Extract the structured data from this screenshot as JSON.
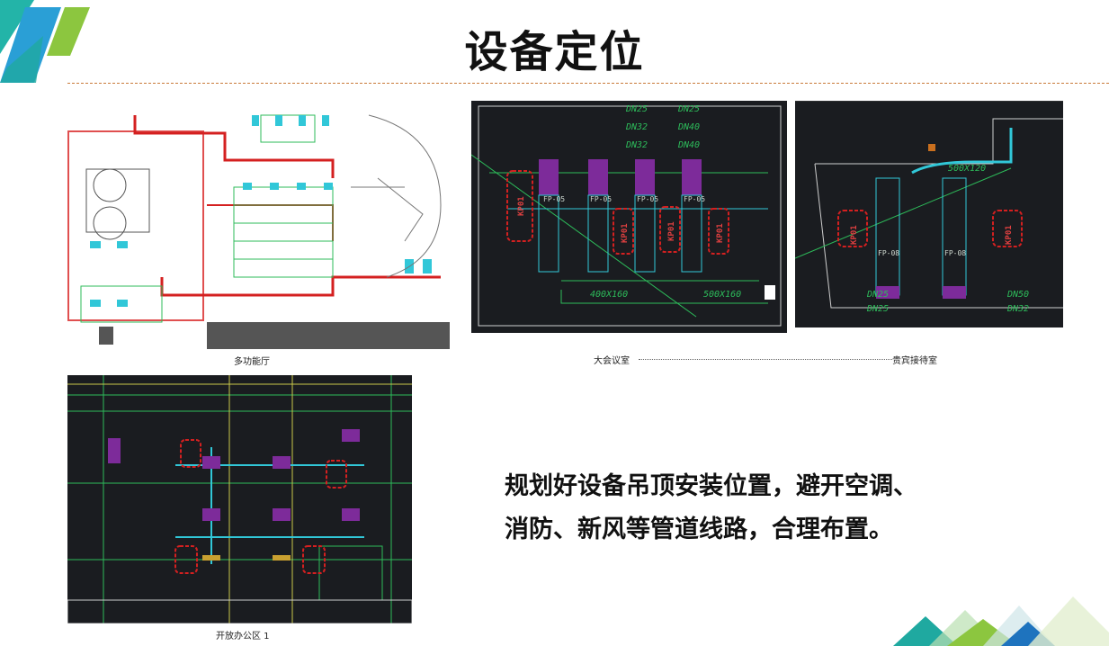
{
  "title": "设备定位",
  "captions": {
    "multi_hall": "多功能厅",
    "meeting_room": "大会议室",
    "vip_room": "贵宾接待室",
    "office": "开放办公区 1"
  },
  "meeting_drawing": {
    "pipe_labels": [
      "DN25",
      "DN32",
      "DN32",
      "DN25",
      "DN40",
      "DN40"
    ],
    "units": [
      "FP-05",
      "FP-05",
      "FP-05",
      "FP-05"
    ],
    "markers": [
      "KP01",
      "KP01",
      "KP01",
      "KP01"
    ],
    "ducts": [
      "400X160",
      "500X160"
    ]
  },
  "vip_drawing": {
    "duct": "500X120",
    "units": [
      "FP-08",
      "FP-08"
    ],
    "markers": [
      "KP01",
      "KP01"
    ],
    "pipe_labels": [
      "DN25",
      "DN25",
      "DN50",
      "DN32"
    ]
  },
  "body_text": {
    "line1": "规划好设备吊顶安装位置，避开空调、",
    "line2": "消防、新风等管道线路，合理布置。"
  },
  "colors": {
    "accent_green": "#8cc63f",
    "accent_teal": "#1fa9a0",
    "accent_blue": "#1e73be",
    "cad_background": "#1a1c20"
  }
}
